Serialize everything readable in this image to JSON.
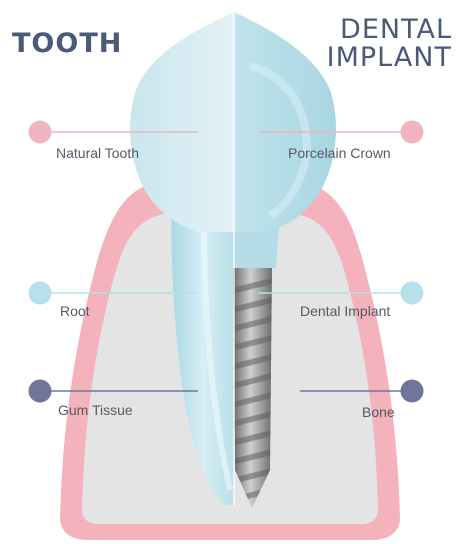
{
  "titles": {
    "left": "TOOTH",
    "right_line1": "DENTAL",
    "right_line2": "IMPLANT"
  },
  "labels": {
    "natural_tooth": "Natural Tooth",
    "porcelain_crown": "Porcelain Crown",
    "root": "Root",
    "dental_implant": "Dental Implant",
    "gum_tissue": "Gum Tissue",
    "bone": "Bone"
  },
  "colors": {
    "title": "#4a5a78",
    "pink_marker": "#f0b3c0",
    "light_blue_marker": "#b5e0ec",
    "navy_marker": "#6f7699",
    "gum": "#f3b2bc",
    "bone": "#e4e4e4",
    "tooth_light": "#d6ecf2",
    "tooth_mid": "#b4dbe6",
    "screw": "#8c8c8c"
  }
}
